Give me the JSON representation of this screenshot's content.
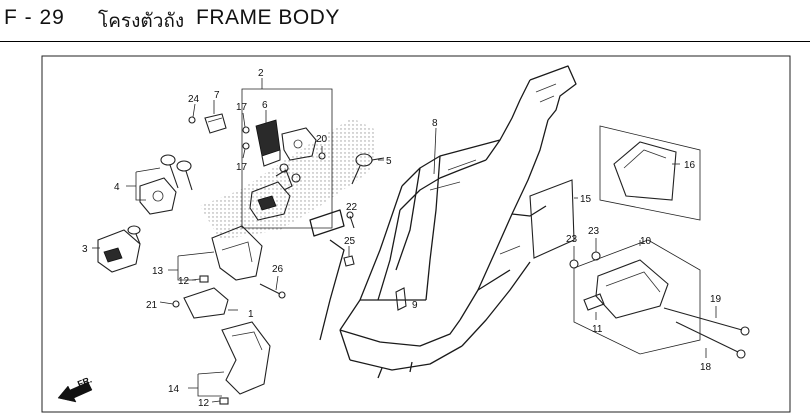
{
  "header": {
    "code": "F - 29",
    "title_thai": "โครงตัวถัง",
    "title": "FRAME BODY"
  },
  "direction_label": "FR.",
  "callouts": [
    {
      "id": "c1",
      "num": "1"
    },
    {
      "id": "c2",
      "num": "2"
    },
    {
      "id": "c3",
      "num": "3"
    },
    {
      "id": "c4",
      "num": "4"
    },
    {
      "id": "c5",
      "num": "5"
    },
    {
      "id": "c6",
      "num": "6"
    },
    {
      "id": "c7",
      "num": "7"
    },
    {
      "id": "c8",
      "num": "8"
    },
    {
      "id": "c9",
      "num": "9"
    },
    {
      "id": "c10",
      "num": "10"
    },
    {
      "id": "c11",
      "num": "11"
    },
    {
      "id": "c12a",
      "num": "12"
    },
    {
      "id": "c12b",
      "num": "12"
    },
    {
      "id": "c13",
      "num": "13"
    },
    {
      "id": "c14",
      "num": "14"
    },
    {
      "id": "c15",
      "num": "15"
    },
    {
      "id": "c16",
      "num": "16"
    },
    {
      "id": "c17a",
      "num": "17"
    },
    {
      "id": "c17b",
      "num": "17"
    },
    {
      "id": "c18",
      "num": "18"
    },
    {
      "id": "c19",
      "num": "19"
    },
    {
      "id": "c20",
      "num": "20"
    },
    {
      "id": "c21",
      "num": "21"
    },
    {
      "id": "c22",
      "num": "22"
    },
    {
      "id": "c23a",
      "num": "23"
    },
    {
      "id": "c23b",
      "num": "23"
    },
    {
      "id": "c24",
      "num": "24"
    },
    {
      "id": "c25",
      "num": "25"
    },
    {
      "id": "c26",
      "num": "26"
    }
  ]
}
